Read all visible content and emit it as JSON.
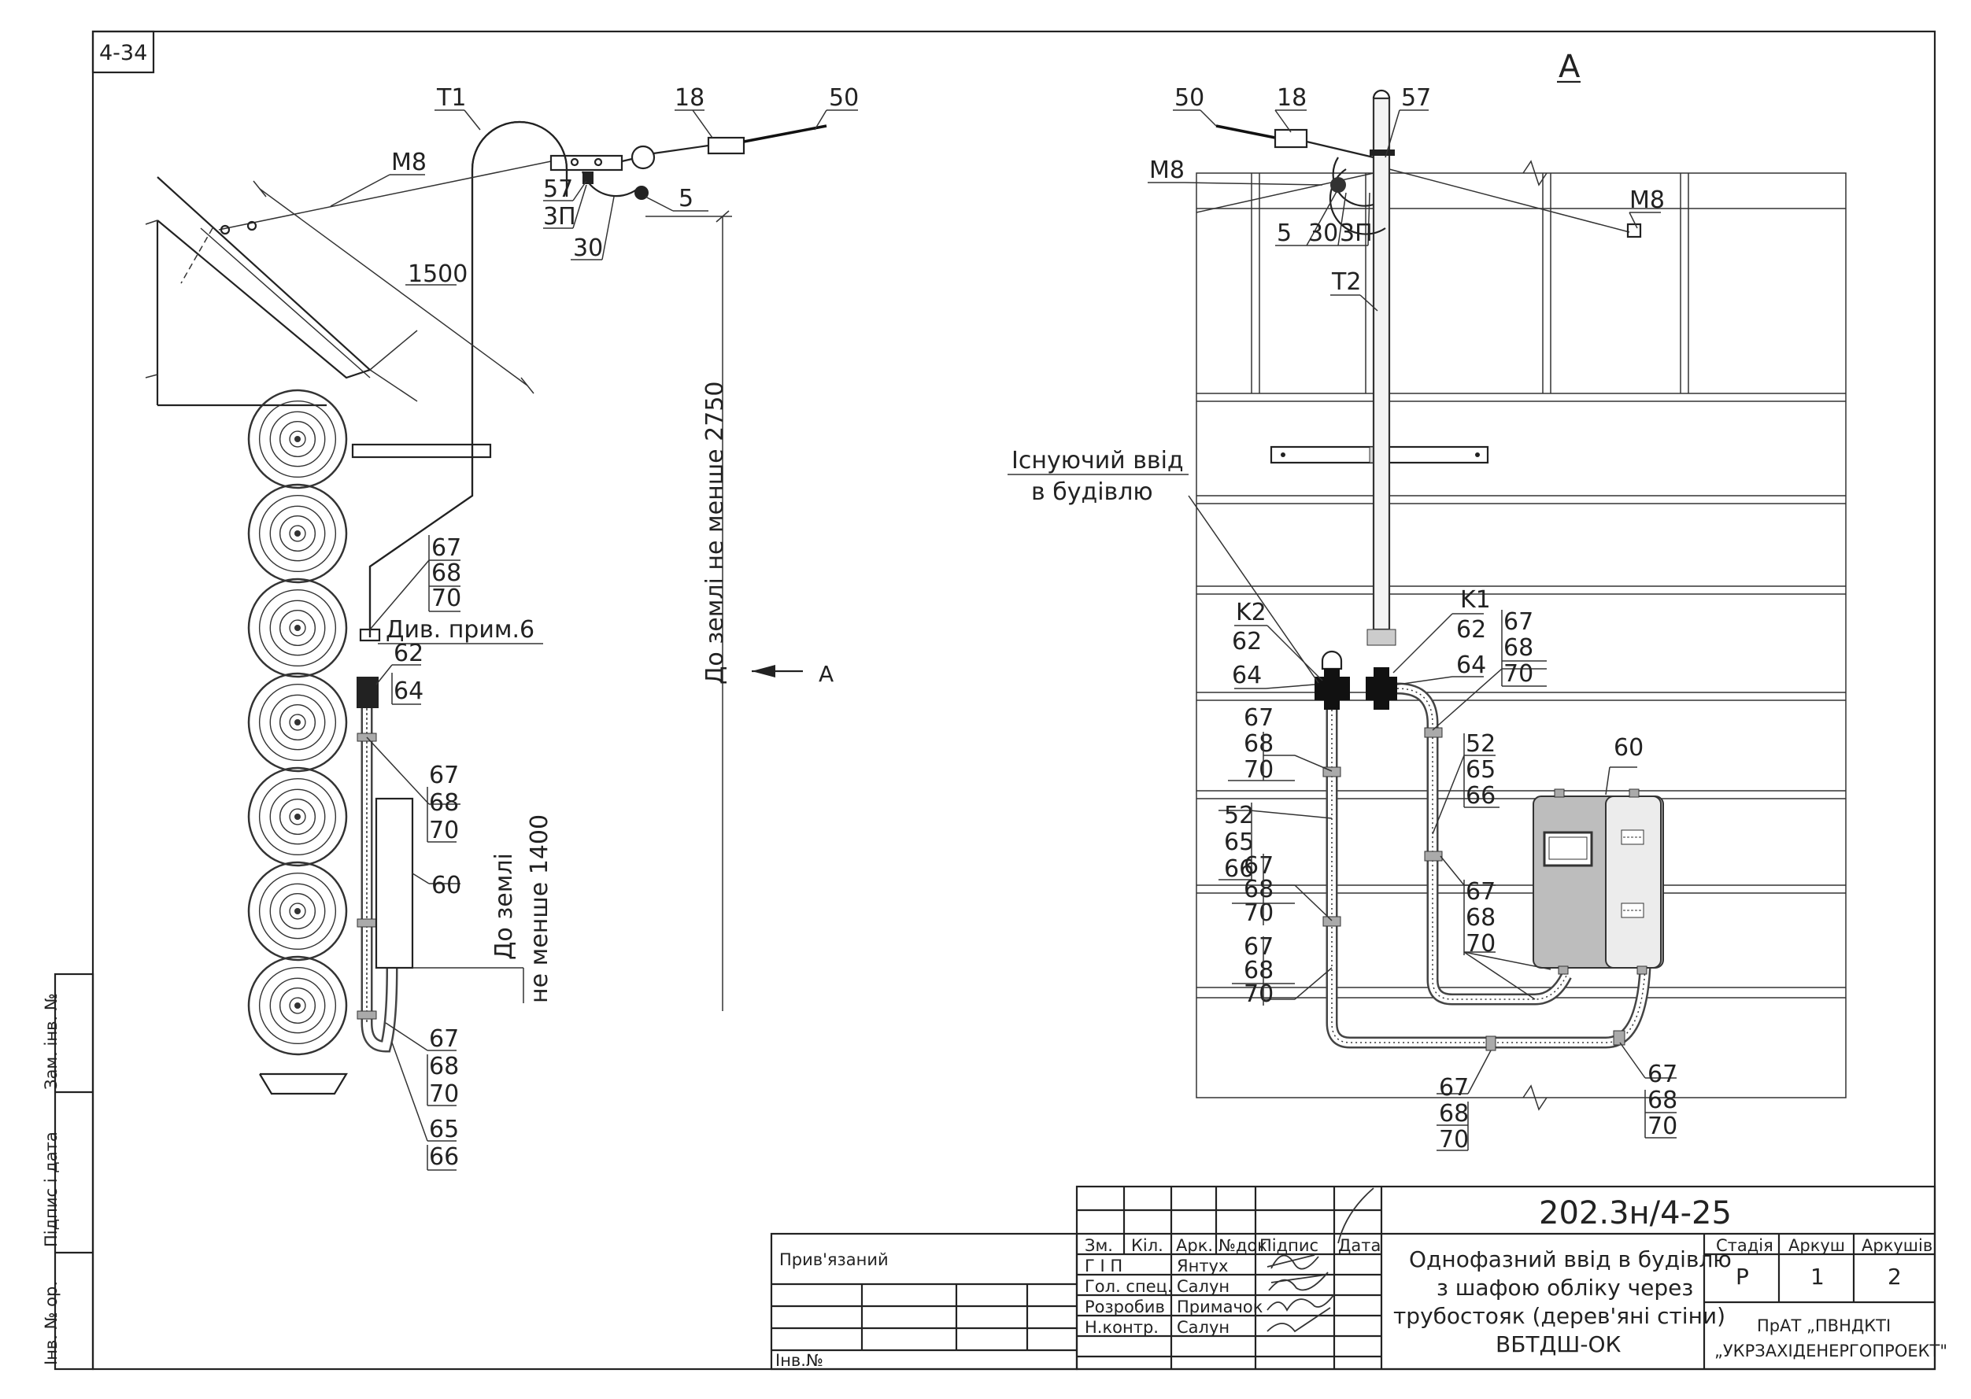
{
  "sheet": {
    "code": "4-34",
    "view_label": "A",
    "arrow_label": "A"
  },
  "left_view": {
    "t1": "T1",
    "m8": "M8",
    "n18": "18",
    "n50": "50",
    "n57": "57",
    "n3p": "3П",
    "n5": "5",
    "n30": "30",
    "n1500": "1500",
    "dim_2750": "До землі не менше 2750",
    "dim_1400_a": "До землі",
    "dim_1400_b": "не менше 1400",
    "note6": "Див. прим.6",
    "n62": "62",
    "n64": "64",
    "n60": "60",
    "n65": "65",
    "n66": "66",
    "n67": "67",
    "n68": "68",
    "n70": "70"
  },
  "right_view": {
    "n50": "50",
    "n18": "18",
    "n57": "57",
    "m8": "M8",
    "m8b": "M8",
    "n5": "5",
    "n30": "30",
    "n3p": "3П",
    "t2": "T2",
    "existing_a": "Існуючий ввід",
    "existing_b": "в будівлю",
    "k1": "K1",
    "k2": "K2",
    "n62": "62",
    "n64": "64",
    "n67": "67",
    "n68": "68",
    "n70": "70",
    "n52": "52",
    "n65": "65",
    "n66": "66",
    "n60": "60"
  },
  "side_stamp": {
    "a": "Зам. інв. №",
    "b": "Підпис і дата",
    "c": "Інв. № ор."
  },
  "title_block": {
    "bound": "Прив'язаний",
    "inv_no": "Інв.№",
    "headers": [
      "Зм.",
      "Кіл.",
      "Арк.",
      "№док",
      "Підпис",
      "Дата"
    ],
    "roles": [
      "Г І П",
      "Гол. спец.",
      "Розробив",
      "Н.контр."
    ],
    "names": [
      "Янтух",
      "Салун",
      "Примачок",
      "Салун"
    ],
    "code": "202.3н/4-25",
    "title_lines": [
      "Однофазний ввід в будівлю",
      "з шафою обліку через",
      "трубостояк (дерев'яні стіни)",
      "ВБТДШ-ОК"
    ],
    "stage_label": "Стадія",
    "sheet_label": "Аркуш",
    "sheets_label": "Аркушів",
    "stage": "Р",
    "sheet": "1",
    "sheets": "2",
    "org_a": "ПрАТ „ПВНДКТІ",
    "org_b": "„УКРЗАХІДЕНЕРГОПРОЕКТ\""
  }
}
